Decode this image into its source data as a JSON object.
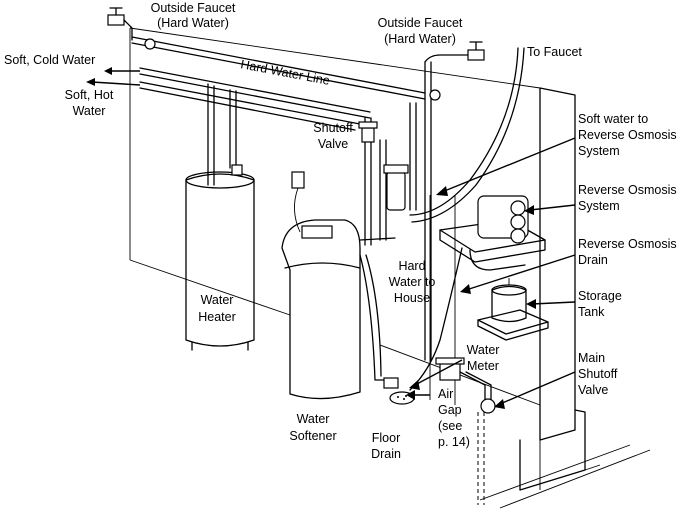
{
  "labels": {
    "outside_faucet_left": [
      "Outside Faucet",
      "(Hard Water)"
    ],
    "outside_faucet_right": [
      "Outside Faucet",
      "(Hard Water)"
    ],
    "to_faucet": "To Faucet",
    "soft_cold_water": "Soft, Cold Water",
    "soft_hot_water": [
      "Soft, Hot",
      "Water"
    ],
    "hard_water_line": "Hard Water Line",
    "shutoff_valve": [
      "Shutoff",
      "Valve"
    ],
    "soft_water_to_ro": [
      "Soft water to",
      "Reverse Osmosis",
      "System"
    ],
    "ro_system": [
      "Reverse Osmosis",
      "System"
    ],
    "ro_drain": [
      "Reverse Osmosis",
      "Drain"
    ],
    "hard_water_to_house": [
      "Hard",
      "Water to",
      "House"
    ],
    "storage_tank": [
      "Storage",
      "Tank"
    ],
    "water_heater": [
      "Water",
      "Heater"
    ],
    "water_softener": [
      "Water",
      "Softener"
    ],
    "water_meter": [
      "Water",
      "Meter"
    ],
    "main_shutoff_valve": [
      "Main",
      "Shutoff",
      "Valve"
    ],
    "air_gap": [
      "Air",
      "Gap",
      "(see",
      "p. 14)"
    ],
    "floor_drain": [
      "Floor",
      "Drain"
    ]
  }
}
